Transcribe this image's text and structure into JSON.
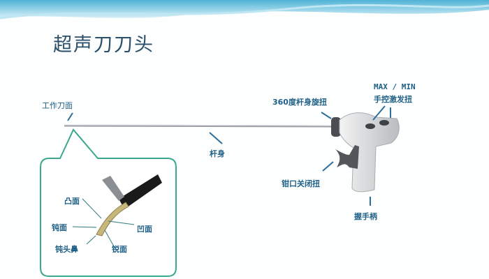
{
  "title": "超声刀刀头",
  "labels": {
    "working_face": "工作刀面",
    "shaft": "杆身",
    "rotation_knob": "360度杆身旋扭",
    "hand_button_line1": "MAX / MIN",
    "hand_button_line2": "手控激发扭",
    "jaw_close": "钳口关闭扭",
    "handle": "握手柄",
    "convex": "凸面",
    "blunt": "钝面",
    "concave": "凹面",
    "blunt_tip": "钝头鼻",
    "sharp": "锐面"
  },
  "colors": {
    "accent": "#1d5f86",
    "callout": "#3aa88e"
  }
}
